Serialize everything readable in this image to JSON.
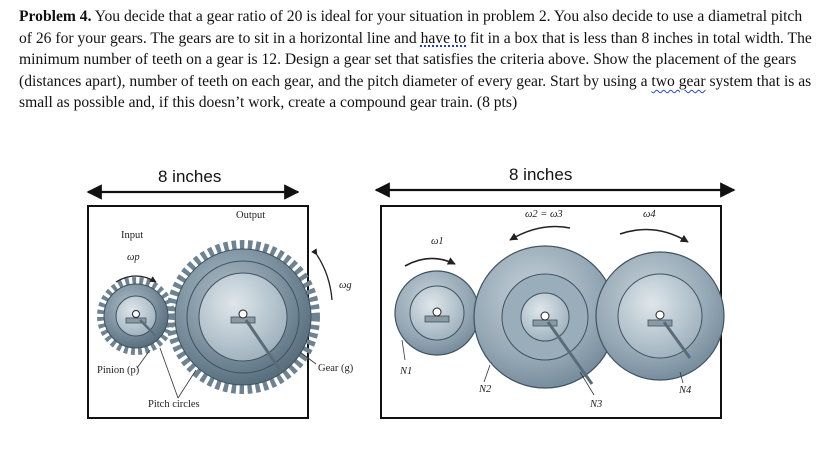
{
  "problem": {
    "label": "Problem 4.",
    "part1": " You decide that a gear ratio of 20 is ideal for your situation in problem 2. You also decide to use a diametral pitch of 26 for your gears. The gears are to sit in a horizontal line and ",
    "have_to": "have to",
    "part2": " fit in a box that is less than 8 inches in total width. The minimum number of teeth on a gear is 12. Design a gear set that satisfies the criteria above. Show the placement of the gears (distances apart), number of teeth on each gear, and the pitch diameter of every gear. Start by using a ",
    "two_gear": "two gear",
    "part3": " system that is as small as possible and, if this doesn’t work, create a compound gear train. (8 pts)"
  },
  "figure_left": {
    "dimension": "8 inches",
    "output": "Output",
    "input": "Input",
    "omega_p": "ωp",
    "omega_g": "ωg",
    "pinion": "Pinion (p)",
    "gear": "Gear (g)",
    "pitch_circles": "Pitch circles"
  },
  "figure_right": {
    "dimension": "8 inches",
    "omega1": "ω1",
    "omega23": "ω2 = ω3",
    "omega4": "ω4",
    "n1": "N1",
    "n2": "N2",
    "n3": "N3",
    "n4": "N4"
  },
  "colors": {
    "gear_dark": "#4e6372",
    "gear_mid": "#8da0ad",
    "gear_light": "#c9d3da",
    "underline_blue": "#1d3fb8"
  }
}
